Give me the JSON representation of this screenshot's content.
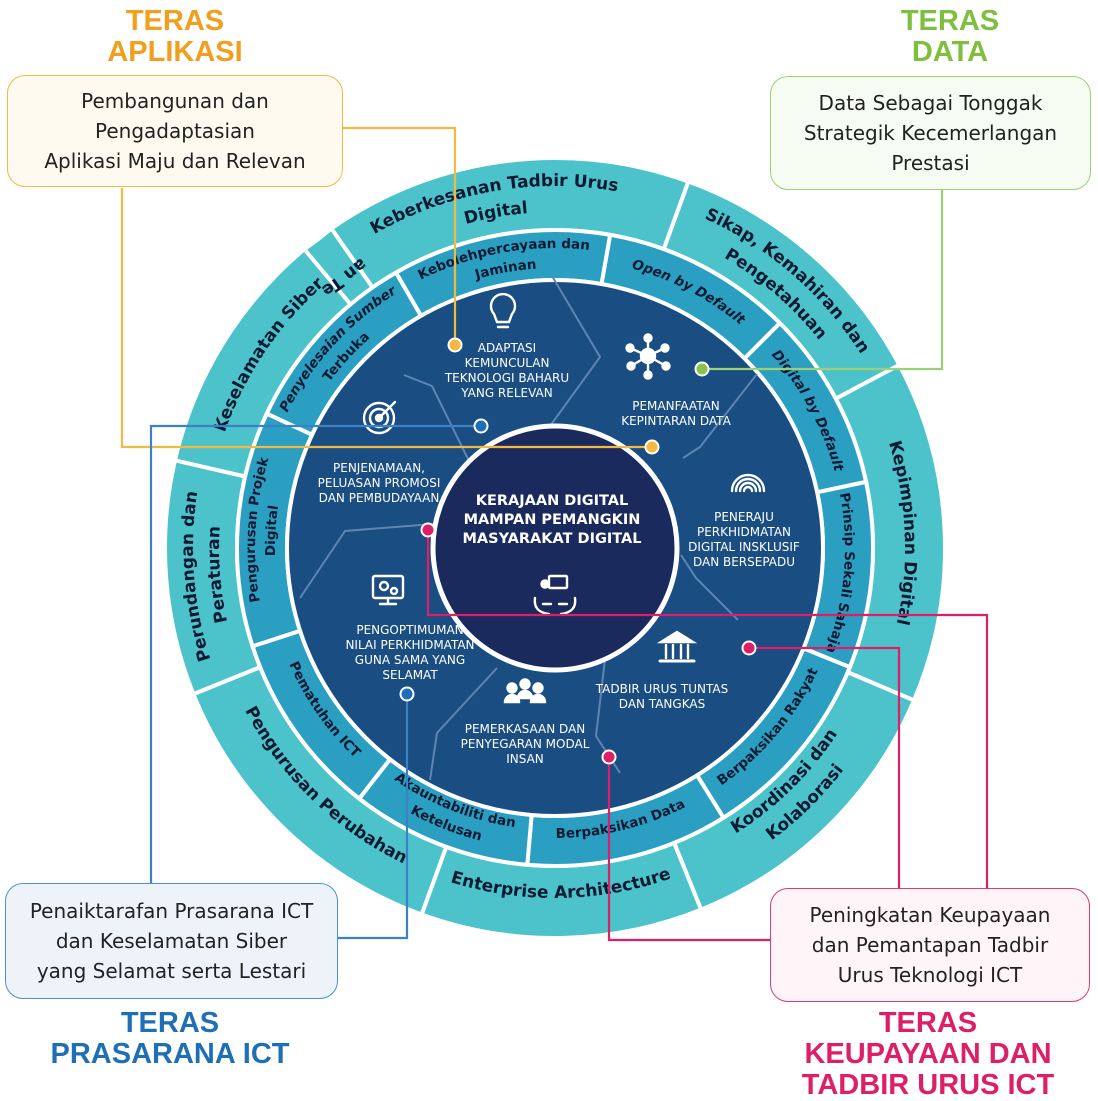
{
  "center": {
    "title_lines": [
      "KERAJAAN DIGITAL",
      "MAMPAN PEMANGKIN",
      "MASYARAKAT DIGITAL"
    ],
    "icon": "hands-presentation-icon"
  },
  "segments": [
    {
      "lines": [
        "ADAPTASI",
        "KEMUNCULAN",
        "TEKNOLOGI BAHARU",
        "YANG RELEVAN"
      ],
      "icon": "lightbulb-icon"
    },
    {
      "lines": [
        "PEMANFAATAN",
        "KEPINTARAN DATA"
      ],
      "icon": "network-icon"
    },
    {
      "lines": [
        "PENERAJU",
        "PERKHIDMATAN",
        "DIGITAL INSKLUSIF",
        "DAN BERSEPADU"
      ],
      "icon": "fingerprint-icon"
    },
    {
      "lines": [
        "TADBIR URUS TUNTAS",
        "DAN TANGKAS"
      ],
      "icon": "government-building-icon"
    },
    {
      "lines": [
        "PEMERKASAAN DAN",
        "PENYEGARAN MODAL",
        "INSAN"
      ],
      "icon": "team-icon"
    },
    {
      "lines": [
        "PENGOPTIMUMAN",
        "NILAI PERKHIDMATAN",
        "GUNA SAMA YANG",
        "SELAMAT"
      ],
      "icon": "gear-screen-icon"
    },
    {
      "lines": [
        "PENJENAMAAN,",
        "PELUASAN PROMOSI",
        "DAN PEMBUDAYAAN"
      ],
      "icon": "target-icon"
    }
  ],
  "middle_ring": [
    {
      "lines": [
        "Kebolehpercayaan dan",
        "Jaminan"
      ]
    },
    {
      "lines": [
        "Open by Default"
      ]
    },
    {
      "lines": [
        "Digital by Default"
      ]
    },
    {
      "lines": [
        "Prinsip Sekali Sahaja"
      ]
    },
    {
      "lines": [
        "Berpaksikan Rakyat"
      ]
    },
    {
      "lines": [
        "Berpaksikan Data"
      ]
    },
    {
      "lines": [
        "Akauntabiliti dan",
        "Ketelusan"
      ]
    },
    {
      "lines": [
        "Pematuhan ICT"
      ]
    },
    {
      "lines": [
        "Pengurusan Projek",
        "Digital"
      ]
    },
    {
      "lines": [
        "Penyelesaian Sumber",
        "Terbuka"
      ]
    }
  ],
  "outer_ring": [
    {
      "lines": [
        "Keberkesanan Tadbir Urus",
        "Digital"
      ]
    },
    {
      "lines": [
        "Sikap, Kemahiran dan",
        "Pengetahuan"
      ]
    },
    {
      "lines": [
        "Kepimpinan Digital"
      ]
    },
    {
      "lines": [
        "Koordinasi dan",
        "Kolaborasi"
      ]
    },
    {
      "lines": [
        "Enterprise Architecture"
      ]
    },
    {
      "lines": [
        "Pengurusan Perubahan"
      ]
    },
    {
      "lines": [
        "Perundangan dan",
        "Peraturan"
      ]
    },
    {
      "lines": [
        "Keselamatan Siber"
      ]
    },
    {
      "lines": [
        "Kesediaan Teknologi"
      ]
    }
  ],
  "teras": {
    "aplikasi": {
      "title": "TERAS\nAPLIKASI",
      "desc": "Pembangunan dan\nPengadaptasian\nAplikasi Maju dan Relevan",
      "color": "#f29e1f"
    },
    "data": {
      "title": "TERAS\nDATA",
      "desc": "Data Sebagai Tonggak\nStrategik Kecemerlangan\nPrestasi",
      "color": "#7fbf3f"
    },
    "prasarana": {
      "title": "TERAS\nPRASARANA ICT",
      "desc": "Penaiktarafan Prasarana ICT\ndan Keselamatan Siber\nyang Selamat serta Lestari",
      "color": "#1f6fb7"
    },
    "keupayaan": {
      "title": "TERAS\nKEUPAYAAN DAN\nTADBIR URUS ICT",
      "desc": "Peningkatan Keupayaan\ndan Pemantapan Tadbir\nUrus Teknologi ICT",
      "color": "#dc1f66"
    }
  },
  "colors": {
    "outer_ring": "#4cc3cb",
    "middle_ring": "#2a9fc2",
    "inner_disc": "#1a4d82",
    "center": "#1b2a5c",
    "separator": "#ffffff"
  }
}
